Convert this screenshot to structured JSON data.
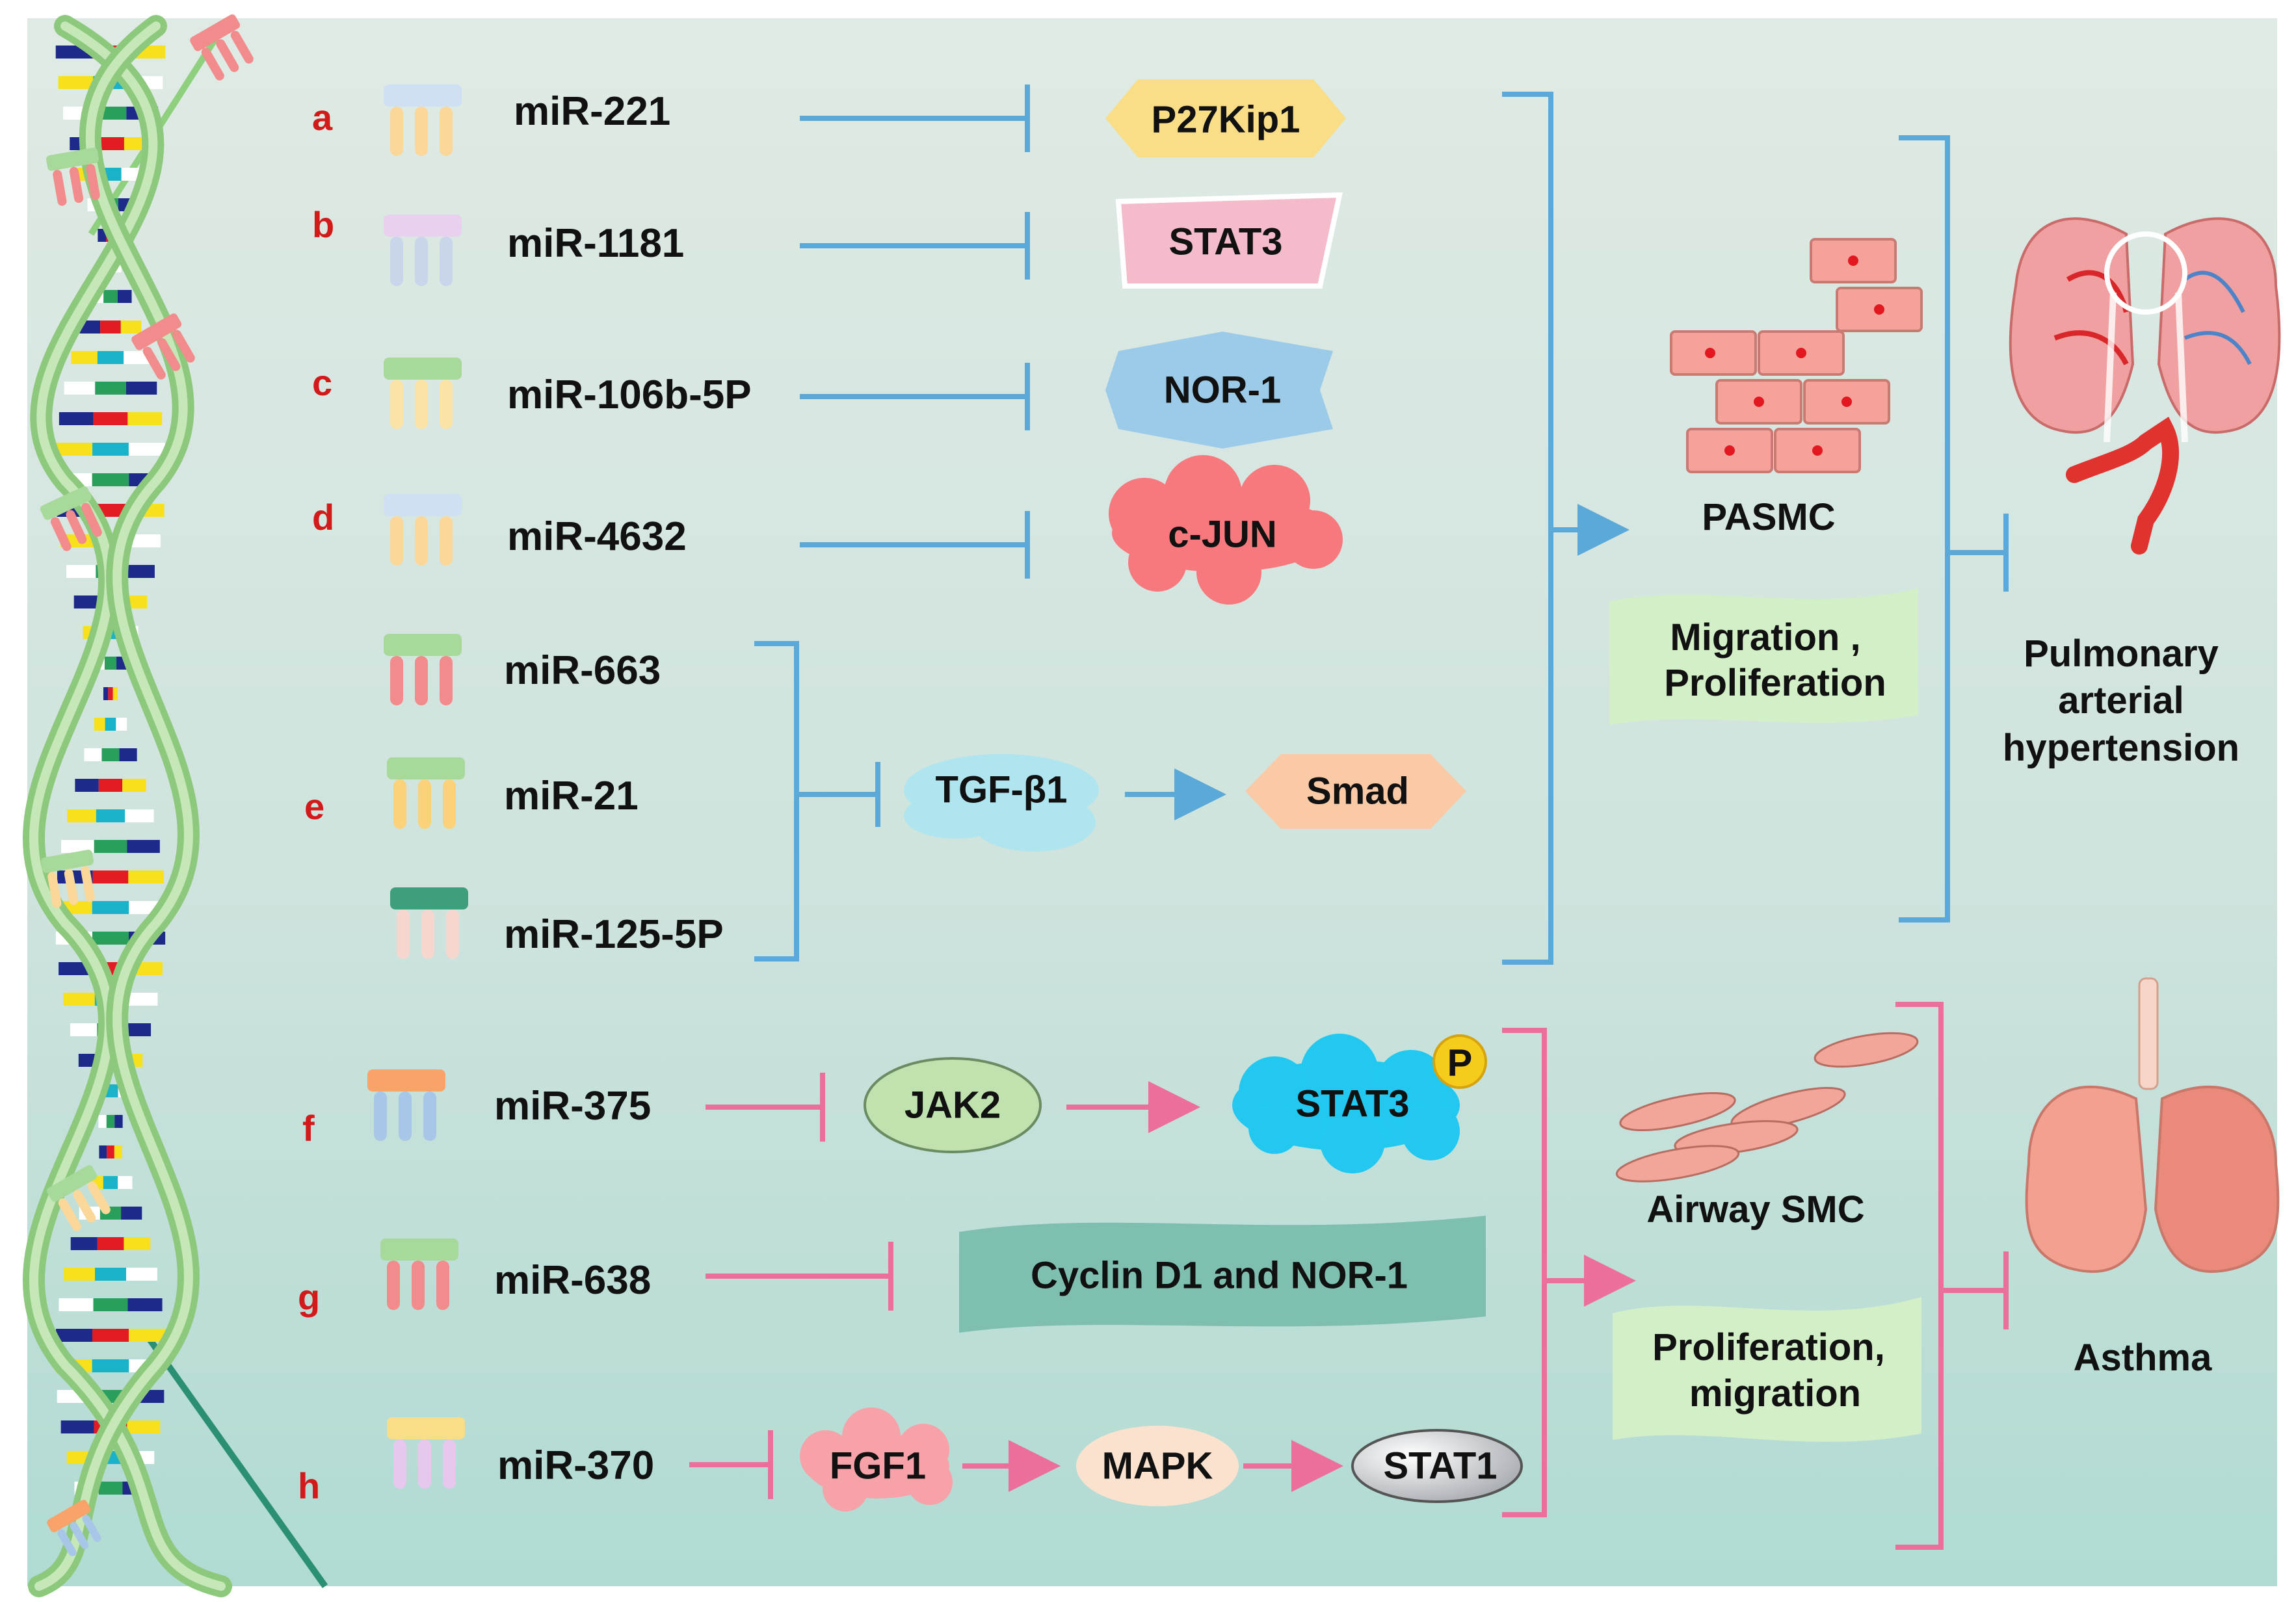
{
  "colors": {
    "top_background": "#dce9e3",
    "bottom_background": "#b6ddd6",
    "pah_pathway": "#5aa9d8",
    "asthma_pathway": "#ec6f9b",
    "sublabel": "#d21a1a"
  },
  "pah_section": {
    "rows": [
      {
        "sub": "a",
        "mirna": "miR-221",
        "target": "P27Kip1",
        "target_color": "#f9dd87",
        "target_shape": "hexagon"
      },
      {
        "sub": "b",
        "mirna": "miR-1181",
        "target": "STAT3",
        "target_color": "#f4bccb",
        "target_shape": "tilted-rect"
      },
      {
        "sub": "c",
        "mirna": "miR-106b-5P",
        "target": "NOR-1",
        "target_color": "#9ccbea",
        "target_shape": "star-hexagon"
      },
      {
        "sub": "d",
        "mirna": "miR-4632",
        "target": "c-JUN",
        "target_color": "#f7787d",
        "target_shape": "cloud"
      }
    ],
    "group_e": {
      "sub": "e",
      "mirnas": [
        "miR-663",
        "miR-21",
        "miR-125-5P"
      ],
      "node1": "TGF-β1",
      "node1_color": "#aee5ef",
      "node2": "Smad",
      "node2_color": "#f9caa5"
    },
    "cell": "PASMC",
    "effect_line1": "Migration ,",
    "effect_line2": "Proliferation",
    "disease_line1": "Pulmonary",
    "disease_line2": "arterial",
    "disease_line3": "hypertension"
  },
  "asthma_section": {
    "rows": [
      {
        "sub": "f",
        "mirna": "miR-375",
        "nodes": [
          "JAK2",
          "STAT3"
        ],
        "badge": "P"
      },
      {
        "sub": "g",
        "mirna": "miR-638",
        "nodes": [
          "Cyclin D1 and NOR-1"
        ]
      },
      {
        "sub": "h",
        "mirna": "miR-370",
        "nodes": [
          "FGF1",
          "MAPK",
          "STAT1"
        ]
      }
    ],
    "cell": "Airway SMC",
    "effect_line1": "Proliferation,",
    "effect_line2": "migration",
    "disease": "Asthma"
  }
}
